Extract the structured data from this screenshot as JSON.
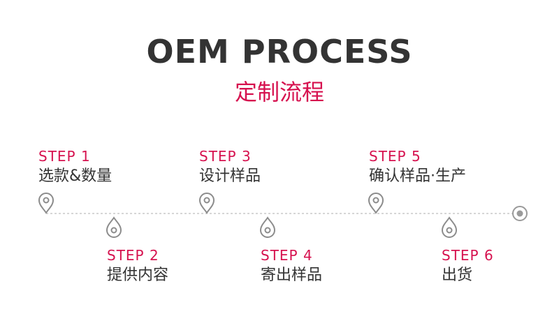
{
  "title": "OEM PROCESS",
  "subtitle": "定制流程",
  "colors": {
    "accent": "#d6124f",
    "text": "#333333",
    "icon": "#8c8c8c",
    "line": "#c8c8c8"
  },
  "steps": [
    {
      "label": "STEP 1",
      "text": "选款&数量"
    },
    {
      "label": "STEP 2",
      "text": "提供内容"
    },
    {
      "label": "STEP 3",
      "text": "设计样品"
    },
    {
      "label": "STEP 4",
      "text": "寄出样品"
    },
    {
      "label": "STEP 5",
      "text": "确认样品·生产"
    },
    {
      "label": "STEP 6",
      "text": "出货"
    }
  ]
}
